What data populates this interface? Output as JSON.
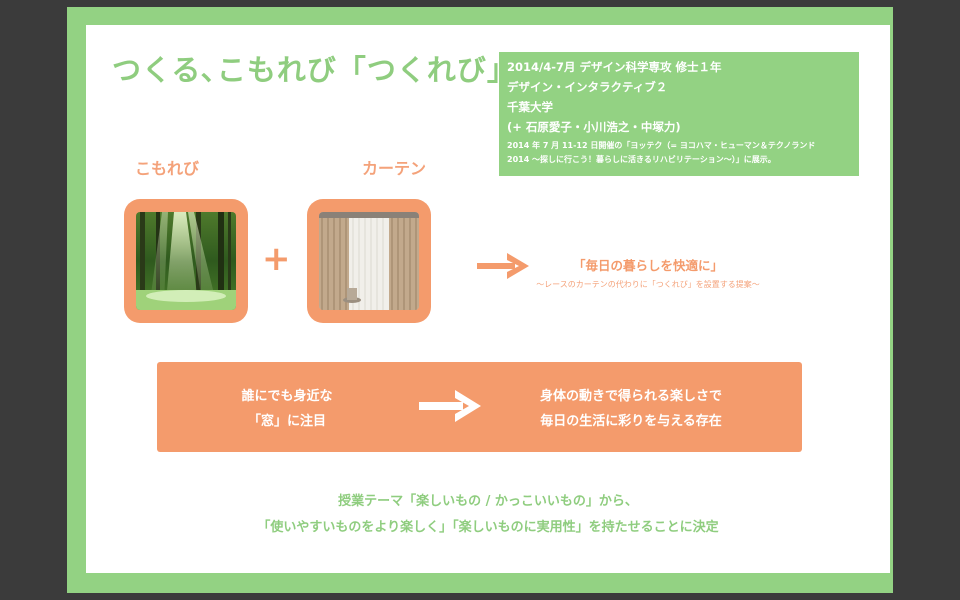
{
  "slide": {
    "title": "つくる､こもれび「つくれび」",
    "info": {
      "line1": "2014/4-7月 デザイン科学専攻 修士１年",
      "line2": "デザイン・インタラクティブ２",
      "line3": "千葉大学",
      "line4": "(+ 石原愛子・小川浩之・中塚力)",
      "note1": "2014 年 7 月 11-12 日開催の「ヨッテク（= ヨコハマ・ヒューマン＆テクノランド",
      "note2": "2014 〜探しに行こう！暮らしに活きるリハビリテーション〜）」に展示。"
    },
    "komorebi_label": "こもれび",
    "curtain_label": "カーテン",
    "plus_sign": "+",
    "result_main": "「毎日の暮らしを快適に」",
    "result_sub": "〜レースのカーテンの代わりに「つくれび」を設置する提案〜",
    "banner": {
      "left_line1": "誰にでも身近な",
      "left_line2": "「窓」に注目",
      "right_line1": "身体の動きで得られる楽しさで",
      "right_line2": "毎日の生活に彩りを与える存在"
    },
    "footer_line1": "授業テーマ「楽しいもの / かっこいいもの」から、",
    "footer_line2": "「使いやすいものをより楽しく」「楽しいものに実用性」を持たせることに決定"
  },
  "colors": {
    "background": "#3b3b3b",
    "green": "#93d283",
    "orange": "#f49b6c",
    "white": "#ffffff"
  }
}
